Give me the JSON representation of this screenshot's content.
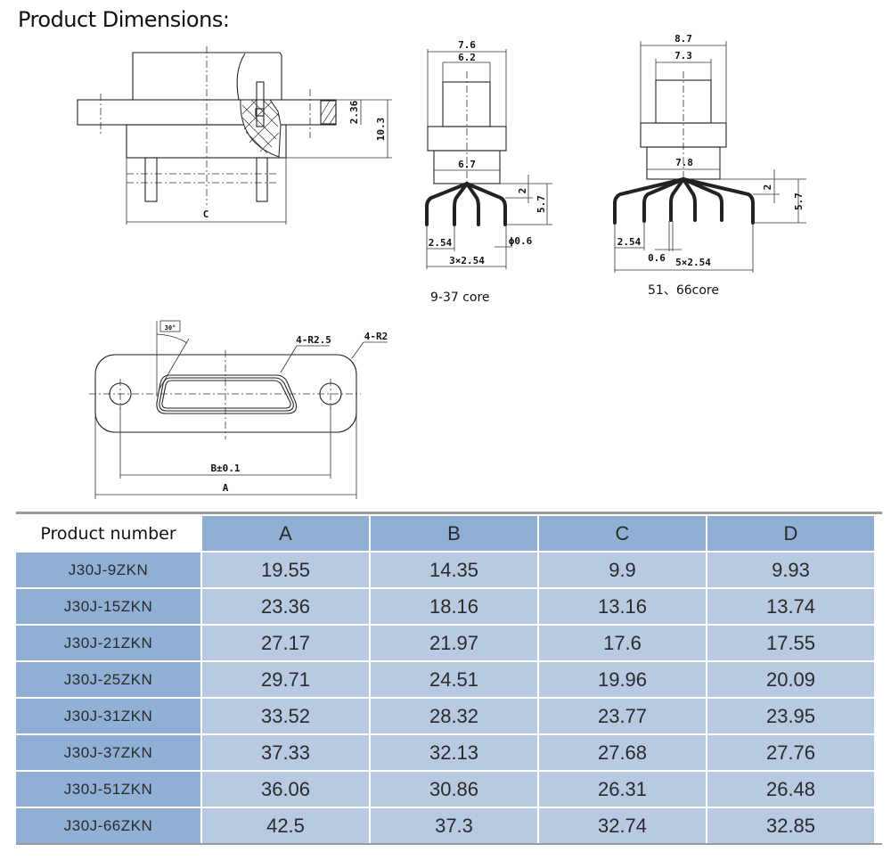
{
  "title": "Product Dimensions:",
  "drawing_side": {
    "dim_height": "10.3",
    "dim_flange": "2.36",
    "dim_c": "C"
  },
  "drawing_small": {
    "w_outer": "7.6",
    "w_inner": "6.2",
    "w_base": "6.7",
    "pin_h": "2",
    "total_h": "5.7",
    "pitch": "2.54",
    "pin_dia": "ϕ0.6",
    "span": "3×2.54",
    "caption": "9-37 core"
  },
  "drawing_large": {
    "w_outer": "8.7",
    "w_inner": "7.3",
    "w_base": "7.8",
    "pin_h": "2",
    "total_h": "5.7",
    "pitch": "2.54",
    "pin_dia": "0.6",
    "span": "5×2.54",
    "caption": "51、66core"
  },
  "drawing_front": {
    "angle": "30°",
    "inner_radius": "4-R2.5",
    "outer_radius": "4-R2",
    "dim_b": "B±0.1",
    "dim_a": "A"
  },
  "table": {
    "headers": [
      "Product number",
      "A",
      "B",
      "C",
      "D"
    ],
    "rows": [
      [
        "J30J-9ZKN",
        "19.55",
        "14.35",
        "9.9",
        "9.93"
      ],
      [
        "J30J-15ZKN",
        "23.36",
        "18.16",
        "13.16",
        "13.74"
      ],
      [
        "J30J-21ZKN",
        "27.17",
        "21.97",
        "17.6",
        "17.55"
      ],
      [
        "J30J-25ZKN",
        "29.71",
        "24.51",
        "19.96",
        "20.09"
      ],
      [
        "J30J-31ZKN",
        "33.52",
        "28.32",
        "23.77",
        "23.95"
      ],
      [
        "J30J-37ZKN",
        "37.33",
        "32.13",
        "27.68",
        "27.76"
      ],
      [
        "J30J-51ZKN",
        "36.06",
        "30.86",
        "26.31",
        "26.48"
      ],
      [
        "J30J-66ZKN",
        "42.5",
        "37.3",
        "32.74",
        "32.85"
      ]
    ]
  }
}
